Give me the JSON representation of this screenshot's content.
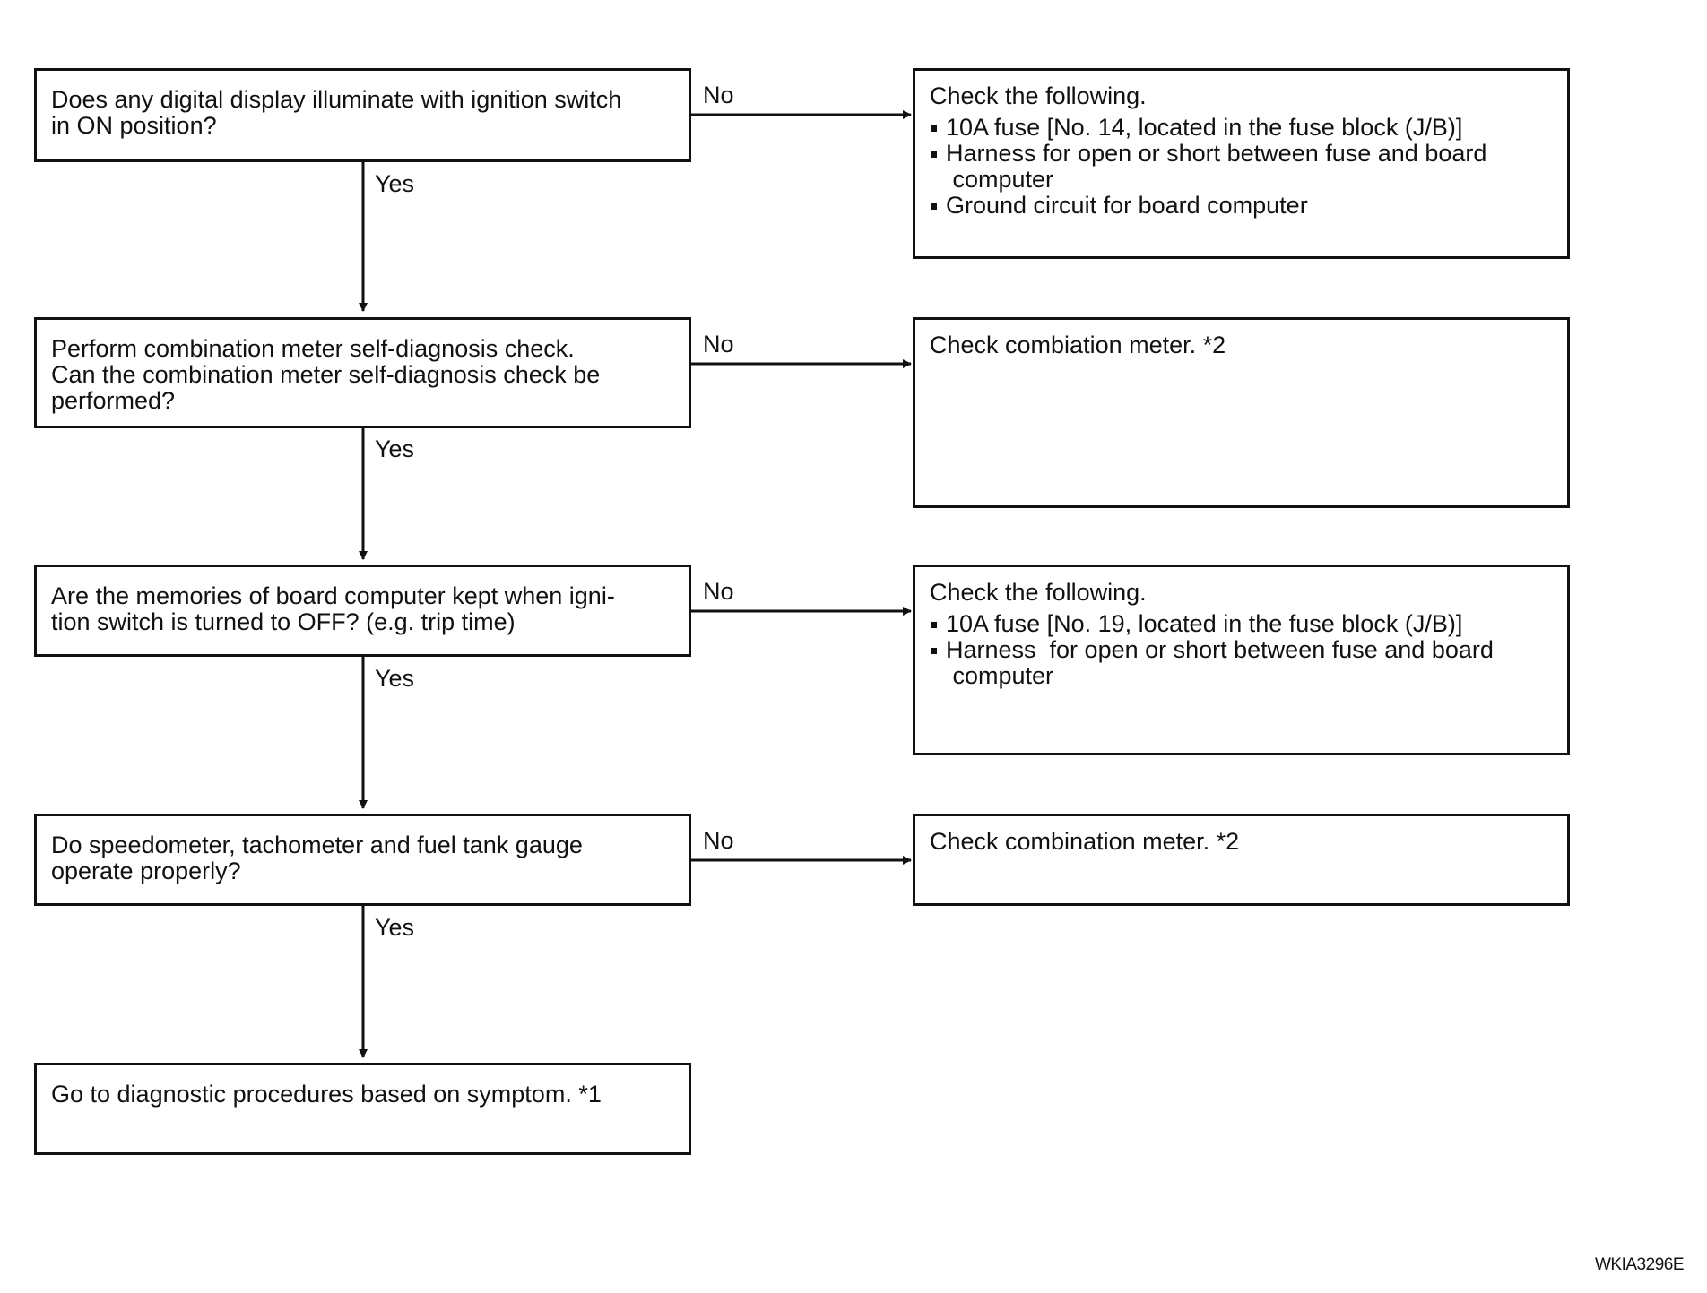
{
  "decisions": [
    {
      "lines": [
        "Does any digital display illuminate with ignition switch",
        "in ON position?"
      ],
      "no_label": "No",
      "yes_label": "Yes"
    },
    {
      "lines": [
        "Perform combination meter self-diagnosis check.",
        "Can the combination meter self-diagnosis check be",
        "performed?"
      ],
      "no_label": "No",
      "yes_label": "Yes"
    },
    {
      "lines": [
        "Are the memories of board computer kept when igni-",
        "tion switch is turned to OFF? (e.g. trip time)"
      ],
      "no_label": "No",
      "yes_label": "Yes"
    },
    {
      "lines": [
        "Do speedometer, tachometer and fuel tank gauge",
        "operate properly?"
      ],
      "no_label": "No",
      "yes_label": "Yes"
    }
  ],
  "final_step": {
    "text": "Go to diagnostic procedures based on symptom. *1"
  },
  "actions": [
    {
      "heading": "Check the following.",
      "bullets": [
        "10A fuse [No. 14, located in the fuse block (J/B)]",
        "Harness for open or short between fuse and board\n computer",
        "Ground circuit for board computer"
      ]
    },
    {
      "heading": "Check combiation meter. *2",
      "bullets": []
    },
    {
      "heading": "Check the following.",
      "bullets": [
        "10A fuse [No. 19, located in the fuse block (J/B)]",
        "Harness  for open or short between fuse and board\n computer"
      ]
    },
    {
      "heading": "Check combination meter. *2",
      "bullets": []
    }
  ],
  "document_code": "WKIA3296E"
}
